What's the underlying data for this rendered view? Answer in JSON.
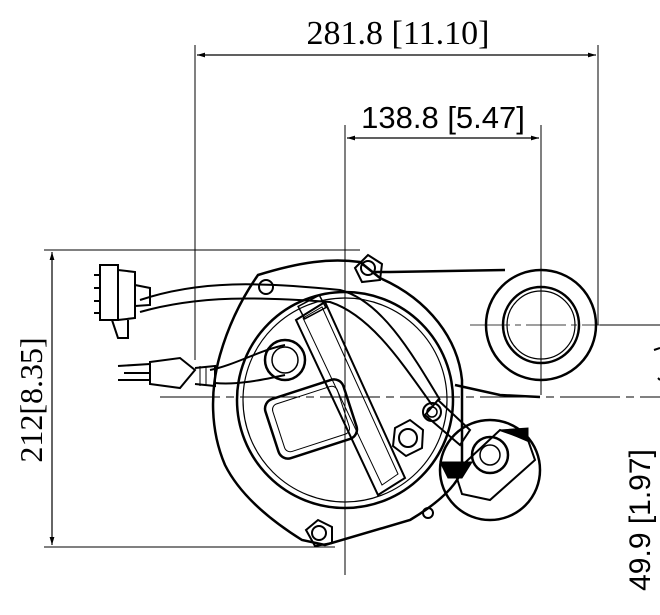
{
  "dimensions": {
    "overall_width": "281.8 [11.10]",
    "discharge_offset": "138.8 [5.47]",
    "overall_depth": "212[8.35]",
    "discharge_depth": "49.9 [1.97]"
  },
  "colors": {
    "line": "#000000",
    "background": "#ffffff"
  },
  "icons": [
    "power-plug-icon",
    "cord-connector-icon",
    "float-switch-icon",
    "bolt-icon"
  ]
}
